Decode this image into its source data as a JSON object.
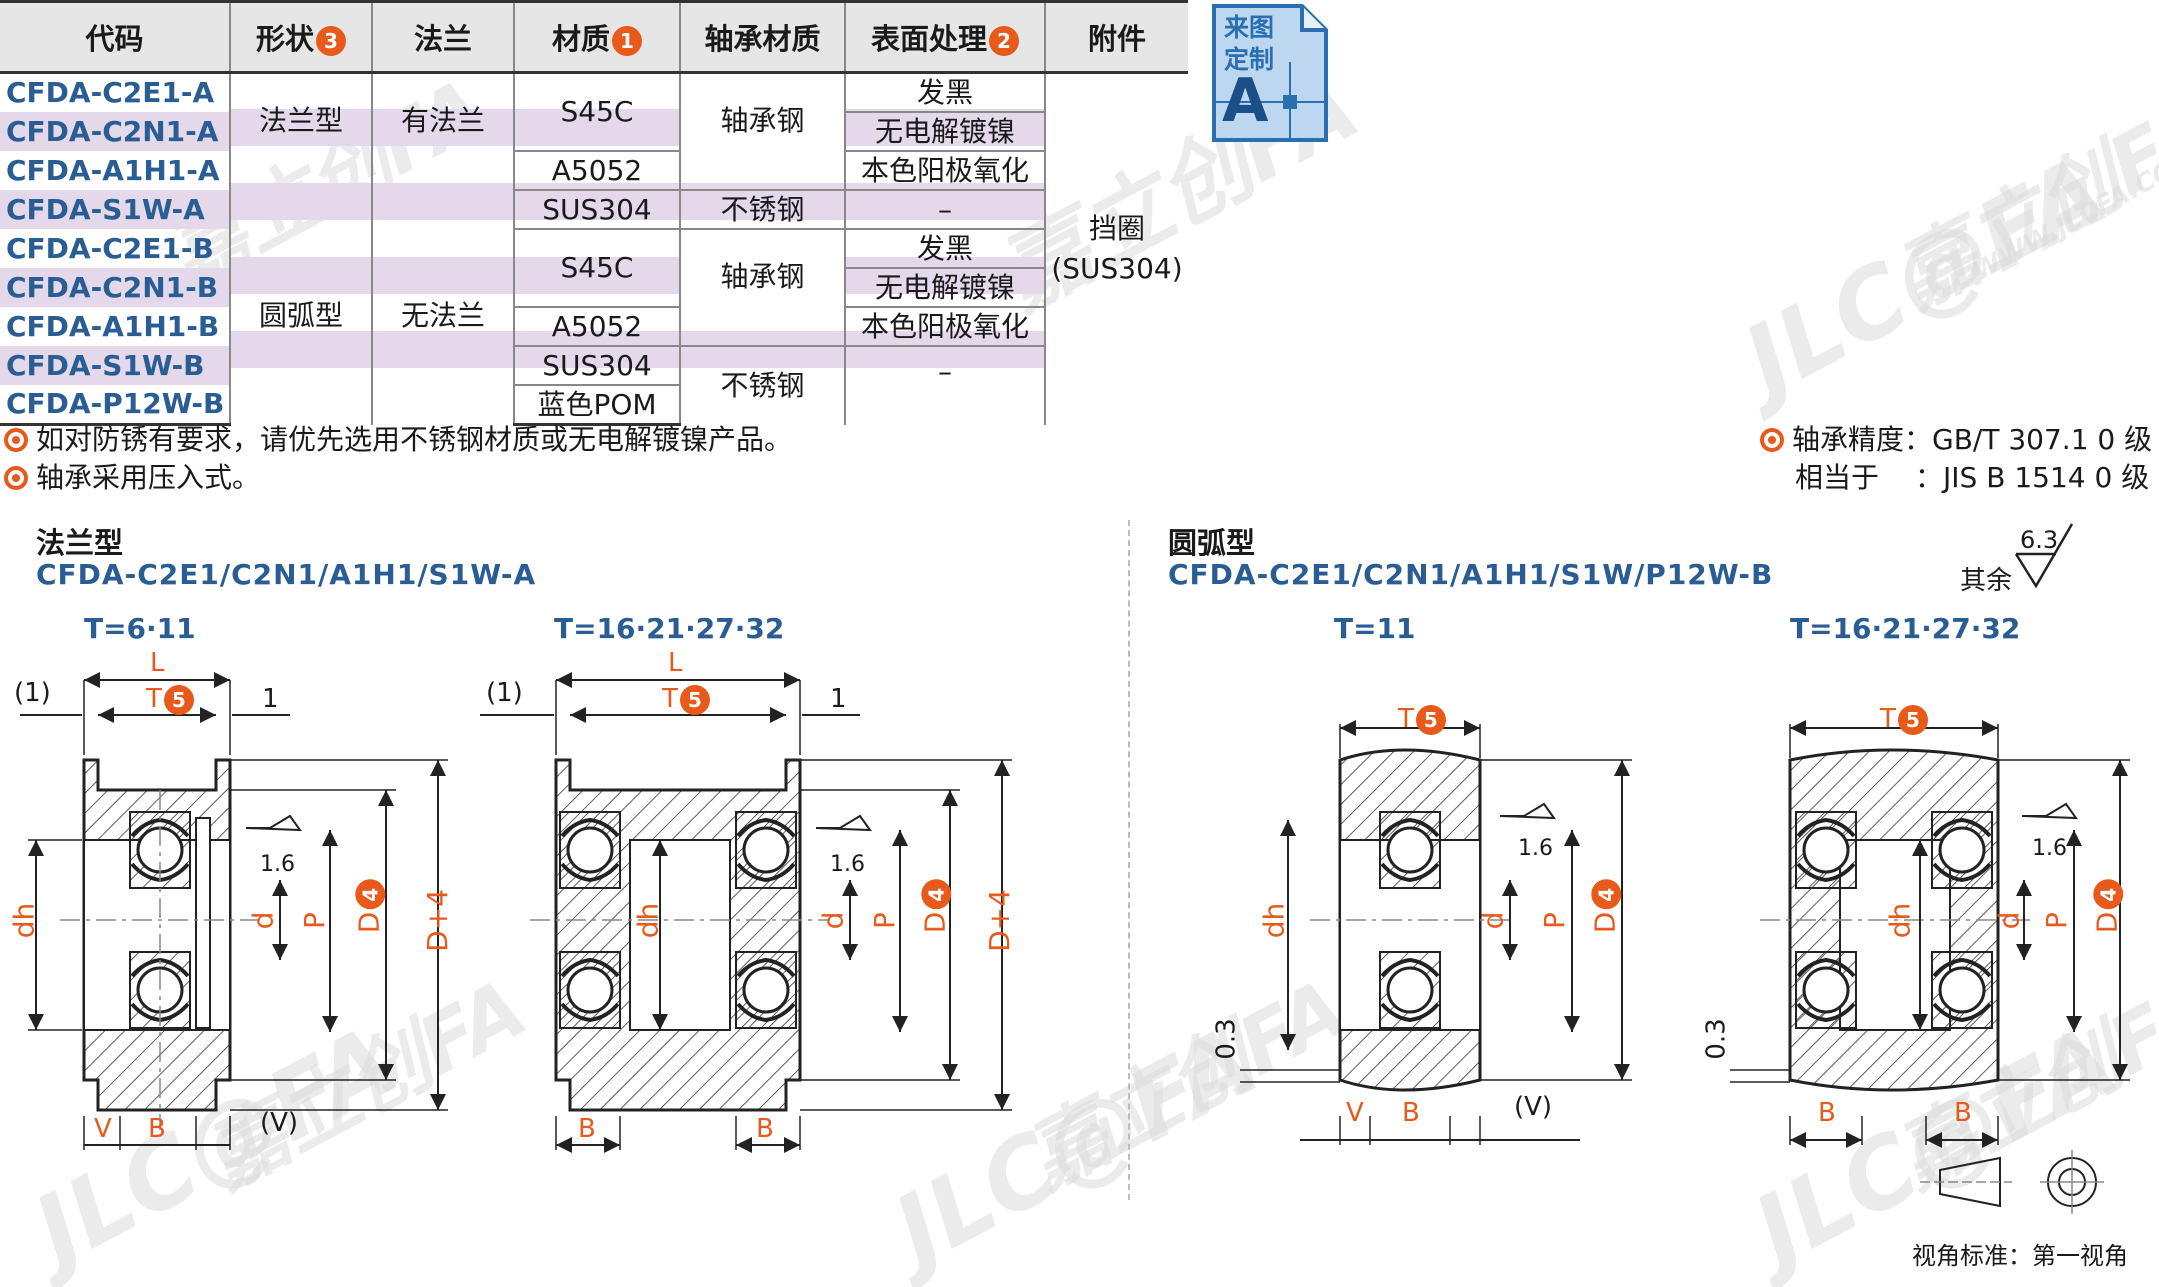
{
  "table": {
    "headers": [
      {
        "label": "代码",
        "badge": ""
      },
      {
        "label": "形状",
        "badge": "3"
      },
      {
        "label": "法兰",
        "badge": ""
      },
      {
        "label": "材质",
        "badge": "1"
      },
      {
        "label": "轴承材质",
        "badge": ""
      },
      {
        "label": "表面处理",
        "badge": "2"
      },
      {
        "label": "附件",
        "badge": ""
      }
    ],
    "codes": [
      "CFDA-C2E1-A",
      "CFDA-C2N1-A",
      "CFDA-A1H1-A",
      "CFDA-S1W-A",
      "CFDA-C2E1-B",
      "CFDA-C2N1-B",
      "CFDA-A1H1-B",
      "CFDA-S1W-B",
      "CFDA-P12W-B"
    ],
    "shape_flange": "法兰型",
    "shape_arc": "圆弧型",
    "flange_yes": "有法兰",
    "flange_no": "无法兰",
    "mat_s45c_a": "S45C",
    "mat_a5052_a": "A5052",
    "mat_sus304_a": "SUS304",
    "mat_s45c_b": "S45C",
    "mat_a5052_b": "A5052",
    "mat_sus304_b": "SUS304",
    "mat_pom": "蓝色POM",
    "bearing_steel_a": "轴承钢",
    "bearing_ss_a": "不锈钢",
    "bearing_steel_b": "轴承钢",
    "bearing_ss_b": "不锈钢",
    "surf_black_a": "发黑",
    "surf_nickel_a": "无电解镀镍",
    "surf_anod_a": "本色阳极氧化",
    "surf_dash_a": "–",
    "surf_black_b": "发黑",
    "surf_nickel_b": "无电解镀镍",
    "surf_anod_b": "本色阳极氧化",
    "surf_dash_b": "–",
    "accessory_line1": "挡圈",
    "accessory_line2": "(SUS304)"
  },
  "custom_badge": {
    "line1": "来图",
    "line2": "定制",
    "letter": "A"
  },
  "notes": {
    "rust": "如对防锈有要求，请优先选用不锈钢材质或无电解镀镍产品。",
    "press": "轴承采用压入式。",
    "precision_label": "轴承精度：",
    "precision_value": "GB/T 307.1 0 级",
    "equiv_label": "相当于",
    "equiv_value": "：JIS  B 1514 0 级"
  },
  "flange_section": {
    "title": "法兰型",
    "codes": "CFDA-C2E1/C2N1/A1H1/S1W-A",
    "t_small": "T=6·11",
    "t_large": "T=16·21·27·32"
  },
  "arc_section": {
    "title": "圆弧型",
    "codes": "CFDA-C2E1/C2N1/A1H1/S1W/P12W-B",
    "t_small": "T=11",
    "t_large": "T=16·21·27·32"
  },
  "roughness": {
    "value": "6.3",
    "other_label": "其余",
    "inner": "1.6"
  },
  "dims": {
    "L": "L",
    "T": "T",
    "one": "1",
    "paren1": "(1)",
    "dh": "dh",
    "d": "d",
    "P": "P",
    "D": "D",
    "Dplus": "D+4",
    "V": "V",
    "B": "B",
    "Vparen": "(V)",
    "gap": "0.3",
    "badge5": "5",
    "badge4": "4"
  },
  "view_standard": "视角标准：第一视角",
  "watermark": {
    "brand": "JLC@FA",
    "cn": "嘉立创FA",
    "url": "WWW.JLCFA.COM"
  },
  "colors": {
    "blue": "#2a5d93",
    "orange": "#e85a1b",
    "shade": "#e3d9ea"
  }
}
